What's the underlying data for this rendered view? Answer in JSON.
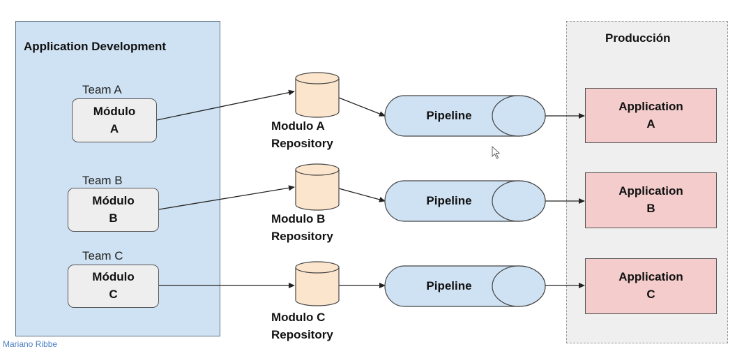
{
  "application_development": {
    "title": "Application Development",
    "teams": [
      {
        "team_label": "Team A",
        "module_line1": "Módulo",
        "module_line2": "A"
      },
      {
        "team_label": "Team B",
        "module_line1": "Módulo",
        "module_line2": "B"
      },
      {
        "team_label": "Team C",
        "module_line1": "Módulo",
        "module_line2": "C"
      }
    ]
  },
  "repositories": [
    {
      "line1": "Modulo A",
      "line2": "Repository"
    },
    {
      "line1": "Modulo B",
      "line2": "Repository"
    },
    {
      "line1": "Modulo C",
      "line2": "Repository"
    }
  ],
  "pipelines": [
    {
      "label": "Pipeline"
    },
    {
      "label": "Pipeline"
    },
    {
      "label": "Pipeline"
    }
  ],
  "produccion": {
    "title": "Producción",
    "applications": [
      {
        "line1": "Application",
        "line2": "A"
      },
      {
        "line1": "Application",
        "line2": "B"
      },
      {
        "line1": "Application",
        "line2": "C"
      }
    ]
  },
  "footer": {
    "partial_text": "Mariano Ribbe"
  },
  "colors": {
    "dev_fill": "#cfe2f3",
    "module_fill": "#eeeeee",
    "repo_fill": "#fce5cd",
    "pipeline_fill": "#cfe2f3",
    "app_fill": "#f4cccc",
    "prod_fill": "#efefef"
  }
}
